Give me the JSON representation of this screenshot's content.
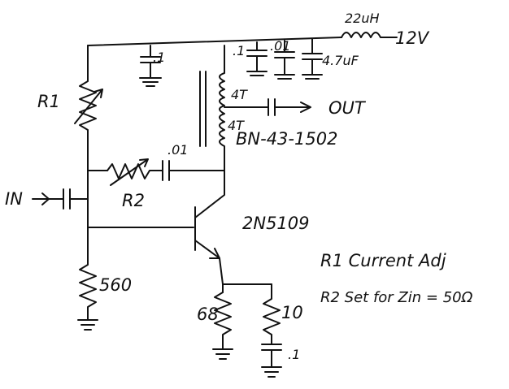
{
  "labels": {
    "inductor": "22uH",
    "supply": "12V",
    "c_top_left": ".1",
    "c_top_1": ".1",
    "c_top_2": ".01",
    "c_top_3": "4.7uF",
    "r1": "R1",
    "xfmr_tap_upper": "4T",
    "xfmr_tap_lower": "4T",
    "xfmr_core": "BN-43-1502",
    "output": "OUT",
    "c_feedback": ".01",
    "r2": "R2",
    "input": "IN",
    "transistor": "2N5109",
    "r_base": "560",
    "r_emitter_1": "68",
    "r_emitter_2": "10",
    "c_emitter": ".1"
  },
  "notes": {
    "line1": "R1  Current Adj",
    "line2": "R2  Set for Zin = 50Ω"
  }
}
